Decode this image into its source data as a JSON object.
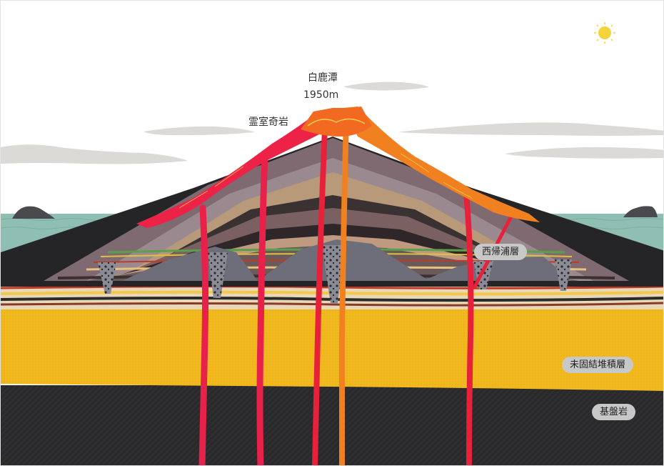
{
  "labels": {
    "summit_name": "白鹿潭",
    "summit_elevation": "1950m",
    "yeongsil": "霊室奇岩",
    "seogwipo": "西帰浦層",
    "unconsolidated": "未固結堆積層",
    "basement": "基盤岩"
  },
  "colors": {
    "sky": "#ffffff",
    "sea": "#8fbfb3",
    "lava_red": "#e8213a",
    "lava_orange": "#f08020",
    "sediment_yellow": "#f2b91e",
    "basement_dark": "#2a2a2c",
    "sun": "#f5d33a",
    "pill_bg": "#c8c8c8"
  },
  "icons": [
    "sun-icon",
    "cloud-icon",
    "island-icon"
  ]
}
